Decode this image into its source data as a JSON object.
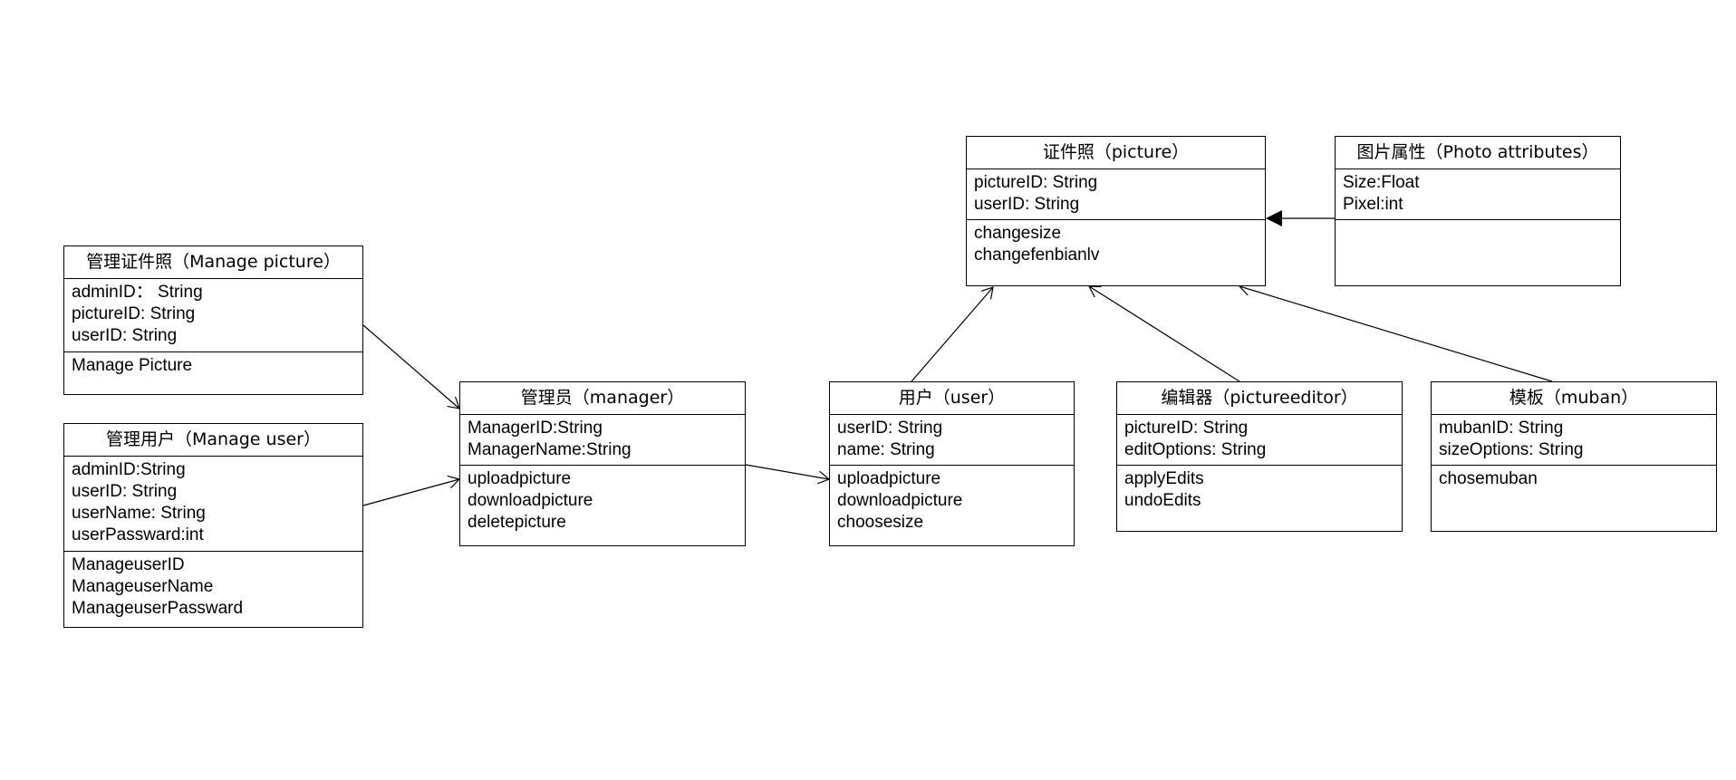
{
  "classes": {
    "picture": {
      "title": "证件照（picture）",
      "attributes": [
        "pictureID: String",
        "userID: String"
      ],
      "operations": [
        "changesize",
        "changefenbianlv"
      ]
    },
    "photo_attributes": {
      "title": "图片属性（Photo attributes）",
      "attributes": [
        "Size:Float",
        "Pixel:int"
      ],
      "operations": []
    },
    "manage_picture": {
      "title": "管理证件照（Manage picture）",
      "attributes": [
        "adminID： String",
        "pictureID: String",
        "userID: String"
      ],
      "operations": [
        "Manage Picture"
      ]
    },
    "manage_user": {
      "title": "管理用户（Manage user）",
      "attributes": [
        "adminID:String",
        "userID: String",
        "userName: String",
        "userPassward:int"
      ],
      "operations": [
        "ManageuserID",
        "ManageuserName",
        "ManageuserPassward"
      ]
    },
    "manager": {
      "title": "管理员（manager）",
      "attributes": [
        "ManagerID:String",
        "ManagerName:String"
      ],
      "operations": [
        "uploadpicture",
        "downloadpicture",
        "deletepicture"
      ]
    },
    "user": {
      "title": "用户（user）",
      "attributes": [
        "userID: String",
        "name: String"
      ],
      "operations": [
        "uploadpicture",
        "downloadpicture",
        "choosesize"
      ]
    },
    "pictureeditor": {
      "title": "编辑器（pictureeditor）",
      "attributes": [
        "pictureID: String",
        "editOptions: String"
      ],
      "operations": [
        "applyEdits",
        "undoEdits"
      ]
    },
    "muban": {
      "title": "模板（muban）",
      "attributes": [
        "mubanID: String",
        "sizeOptions: String"
      ],
      "operations": [
        "chosemuban"
      ]
    }
  },
  "colors": {
    "line": "#000000",
    "background": "#ffffff"
  }
}
